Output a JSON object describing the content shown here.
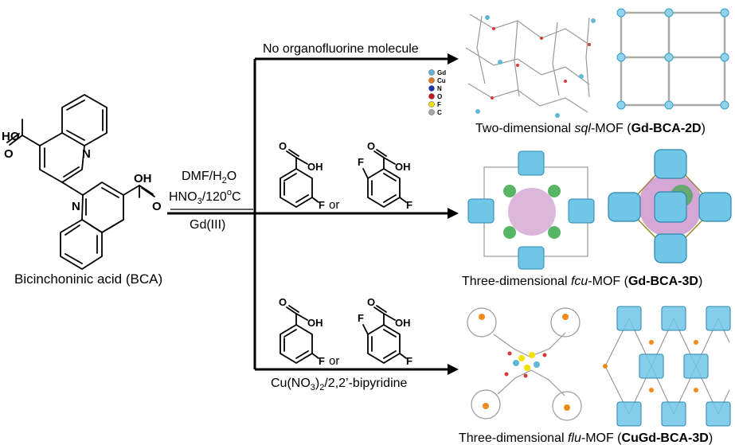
{
  "ligand": {
    "name": "Bicinchoninic acid (BCA)",
    "atoms": {
      "N": "N",
      "OH": "OH",
      "HO": "HO",
      "O": "O",
      "F": "F"
    }
  },
  "conditions": {
    "solvent": "DMF/H",
    "solvent_sub": "2",
    "solvent_tail": "O",
    "acid": "HNO",
    "acid_sub": "3",
    "acid_tail": "/120",
    "acid_sup": "o",
    "acid_end": "C",
    "metal": "Gd(III)"
  },
  "branches": {
    "top": {
      "label": "No organofluorine molecule"
    },
    "middle": {
      "or": "or"
    },
    "bottom": {
      "or": "or",
      "reagent_pre": "Cu(NO",
      "reagent_sub1": "3",
      "reagent_mid": ")",
      "reagent_sub2": "2",
      "reagent_post": "/2,2’-bipyridine"
    }
  },
  "legend": [
    "Gd",
    "Cu",
    "N",
    "O",
    "F",
    "C"
  ],
  "legend_colors": [
    "#5fb7d9",
    "#e07a1f",
    "#1d2fb5",
    "#c8161e",
    "#f2e000",
    "#a8a8a8"
  ],
  "products": [
    {
      "prefix": "Two-dimensional ",
      "topology": "sql",
      "suffix": "-MOF (",
      "code": "Gd-BCA-2D",
      "close": ")"
    },
    {
      "prefix": "Three-dimensional ",
      "topology": "fcu",
      "suffix": "-MOF (",
      "code": "Gd-BCA-3D",
      "close": ")"
    },
    {
      "prefix": "Three-dimensional ",
      "topology": "flu",
      "suffix": "-MOF (",
      "code": "CuGd-BCA-3D",
      "close": ")"
    }
  ],
  "colors": {
    "node": "#8fd3ec",
    "node_stroke": "#3a9cc4",
    "polyhedron": "#6fc6e6",
    "sphere_purple": "#b35fb0",
    "sphere_green": "#3aa84a",
    "orange": "#f08a1c"
  }
}
